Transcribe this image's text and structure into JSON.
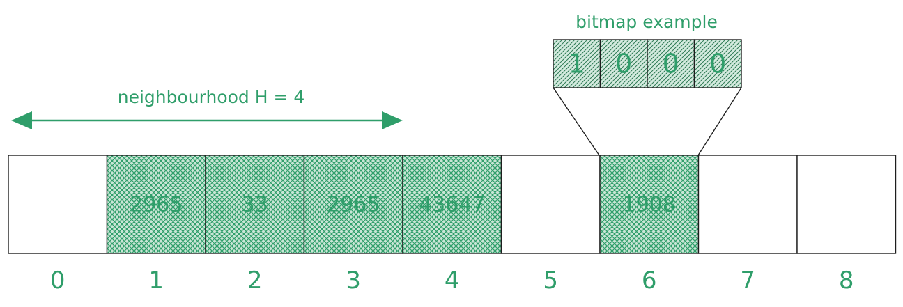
{
  "colors": {
    "accent": "#2f9e6a",
    "stroke": "#1e1e1e",
    "fill": "#2f9e6a"
  },
  "neighbourhood_label": "neighbourhood H = 4",
  "bitmap": {
    "title": "bitmap example",
    "bits": [
      "1",
      "0",
      "0",
      "0"
    ]
  },
  "cells": [
    {
      "index": "0",
      "value": "",
      "filled": false
    },
    {
      "index": "1",
      "value": "2965",
      "filled": true
    },
    {
      "index": "2",
      "value": "33",
      "filled": true
    },
    {
      "index": "3",
      "value": "2965",
      "filled": true
    },
    {
      "index": "4",
      "value": "43647",
      "filled": true
    },
    {
      "index": "5",
      "value": "",
      "filled": false
    },
    {
      "index": "6",
      "value": "1908",
      "filled": true
    },
    {
      "index": "7",
      "value": "",
      "filled": false
    },
    {
      "index": "8",
      "value": "",
      "filled": false
    }
  ]
}
